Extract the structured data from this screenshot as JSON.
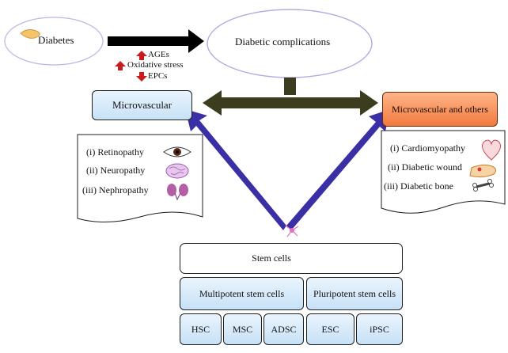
{
  "top": {
    "diabetes": "Diabetes",
    "complications": "Diabetic complications",
    "factors": [
      "AGEs",
      "Oxidative stress",
      "EPCs"
    ]
  },
  "micro": {
    "title": "Microvascular",
    "items": [
      "(i) Retinopathy",
      "(ii) Neuropathy",
      "(iii) Nephropathy"
    ]
  },
  "macro": {
    "title": "Microvascular and others",
    "items": [
      "(i) Cardiomyopathy",
      "(ii) Diabetic wound",
      "(iii) Diabetic bone"
    ]
  },
  "stem": {
    "title": "Stem cells",
    "multipotent": "Multipotent stem cells",
    "pluripotent": "Pluripotent stem cells",
    "types": [
      "HSC",
      "MSC",
      "ADSC",
      "ESC",
      "iPSC"
    ]
  },
  "colors": {
    "dark_arrow": "#3c3c1e",
    "blue_arrow": "#3b2fa6",
    "red_arrow": "#c91b1b",
    "ellipse_border": "#b9a7e0"
  }
}
